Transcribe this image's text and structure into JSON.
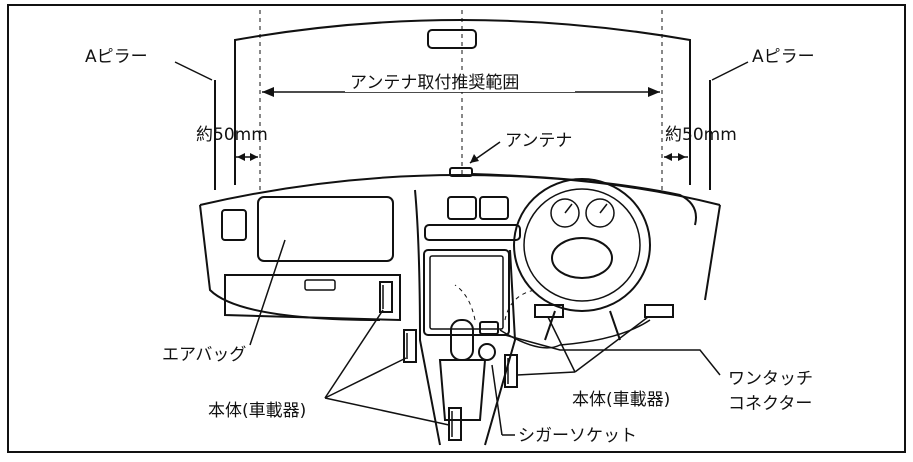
{
  "labels": {
    "a_pillar_left": "Aピラー",
    "a_pillar_right": "Aピラー",
    "antenna_range": "アンテナ取付推奨範囲",
    "offset_left": "約50mm",
    "offset_right": "約50mm",
    "antenna": "アンテナ",
    "airbag": "エアバッグ",
    "unit_left": "本体(車載器)",
    "unit_right": "本体(車載器)",
    "one_touch_line1": "ワンタッチ",
    "one_touch_line2": "コネクター",
    "cigar_socket": "シガーソケット"
  }
}
